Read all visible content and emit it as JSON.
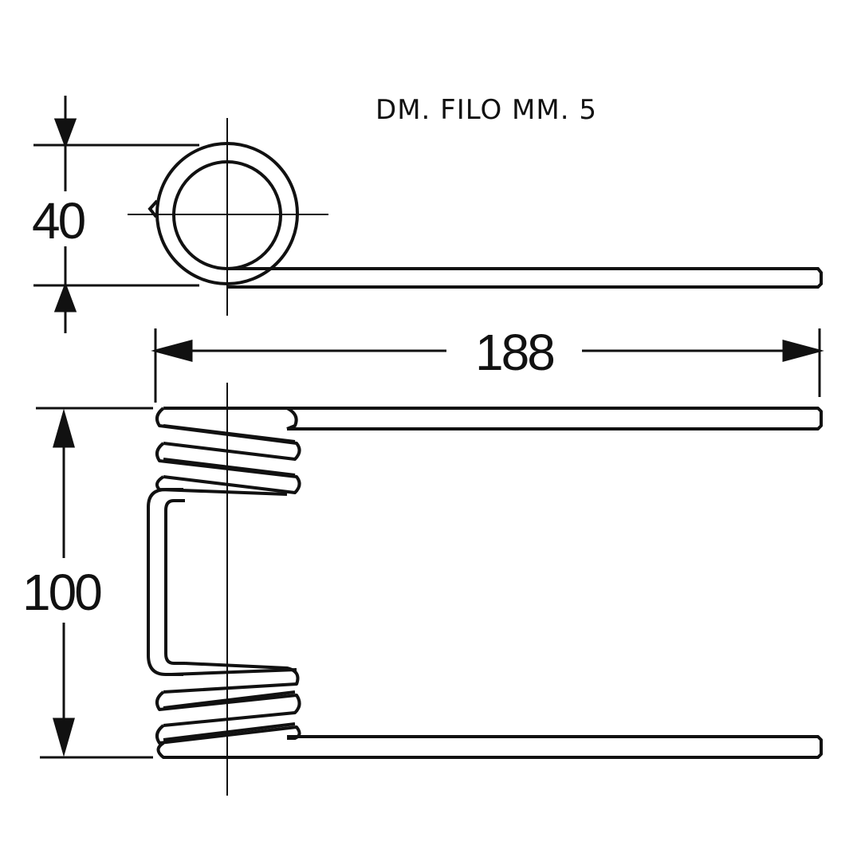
{
  "note": "DM. FILO MM. 5",
  "dimensions": {
    "coil_diameter": "40",
    "total_length": "188",
    "total_width": "100"
  },
  "colors": {
    "line": "#111111",
    "background": "#ffffff"
  }
}
